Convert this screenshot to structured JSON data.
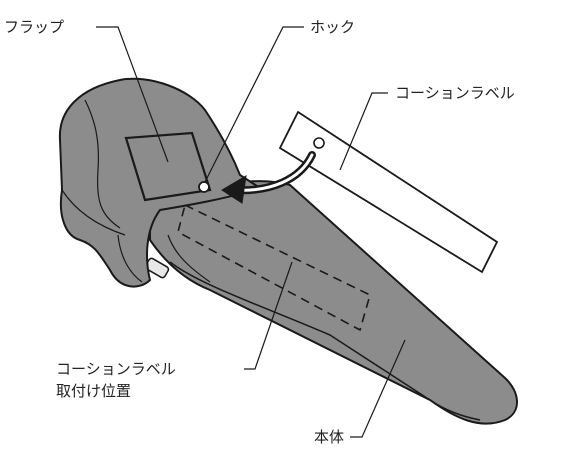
{
  "labels": {
    "flap": "フラップ",
    "hook": "ホック",
    "caution_label": "コーションラベル",
    "caution_label_position_line1": "コーションラベル",
    "caution_label_position_line2": "取付け位置",
    "body": "本体"
  },
  "colors": {
    "body_fill": "#8c8c8c",
    "body_dark": "#6e6e6e",
    "outline": "#1a1a1a",
    "tag_fill": "#ffffff",
    "dashed": "#1a1a1a"
  },
  "icons": {
    "arrow": "curved-arrow-icon"
  }
}
